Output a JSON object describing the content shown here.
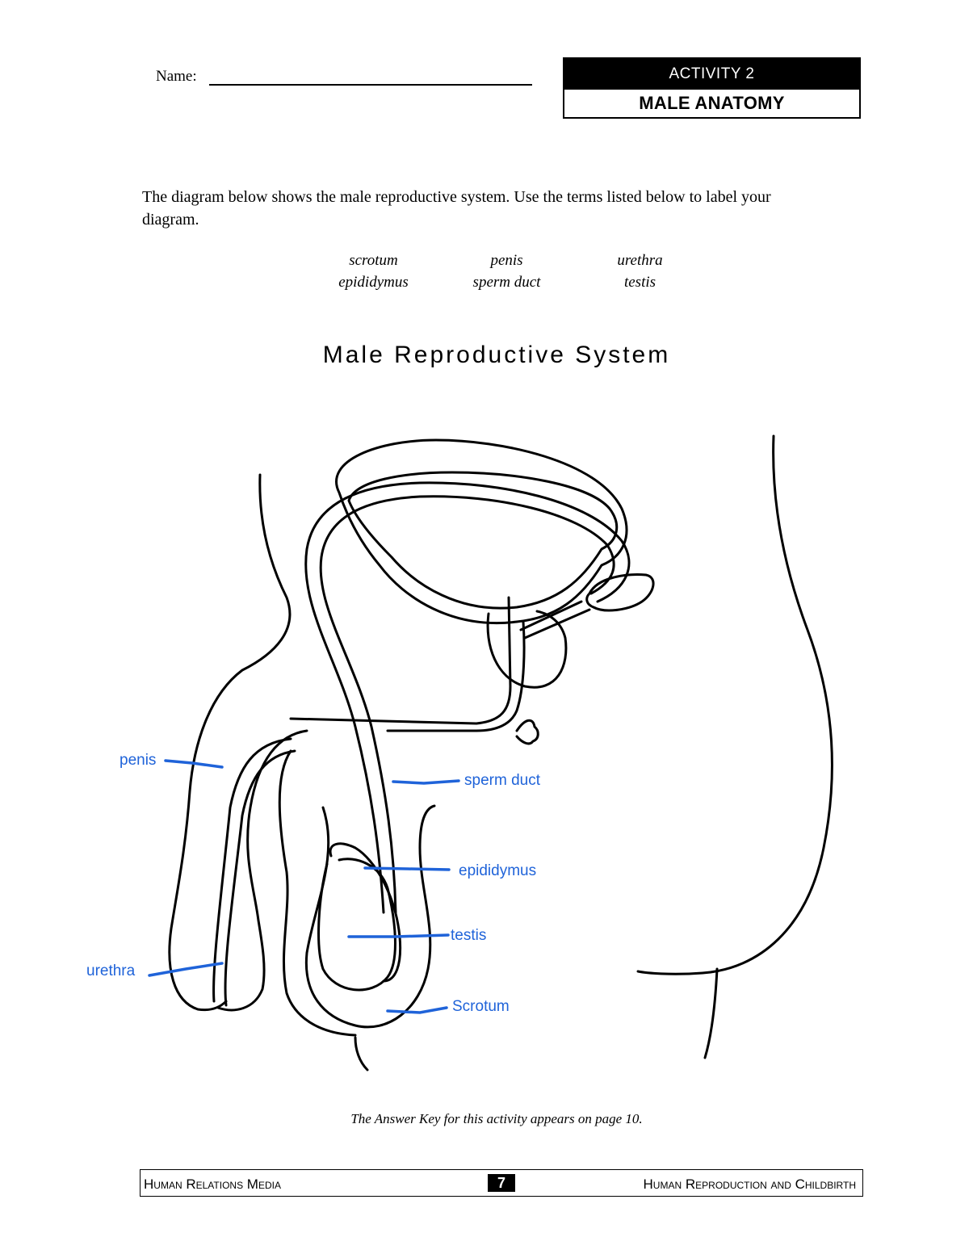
{
  "header": {
    "name_label": "Name:",
    "activity_label": "ACTIVITY 2",
    "activity_title": "MALE ANATOMY"
  },
  "instructions": "The diagram below shows the male reproductive system.  Use the terms listed below to label your diagram.",
  "terms": [
    "scrotum",
    "penis",
    "urethra",
    "epididymus",
    "sperm duct",
    "testis"
  ],
  "diagram": {
    "title": "Male Reproductive System",
    "labels": {
      "penis": "penis",
      "sperm_duct": "sperm duct",
      "epididymus": "epididymus",
      "testis": "testis",
      "urethra": "urethra",
      "scrotum": "Scrotum"
    },
    "label_color": "#1f63d9"
  },
  "answer_note": "The Answer Key for this activity appears on page 10.",
  "footer": {
    "left": "Human Relations Media",
    "page": "7",
    "right": "Human Reproduction and Childbirth"
  }
}
